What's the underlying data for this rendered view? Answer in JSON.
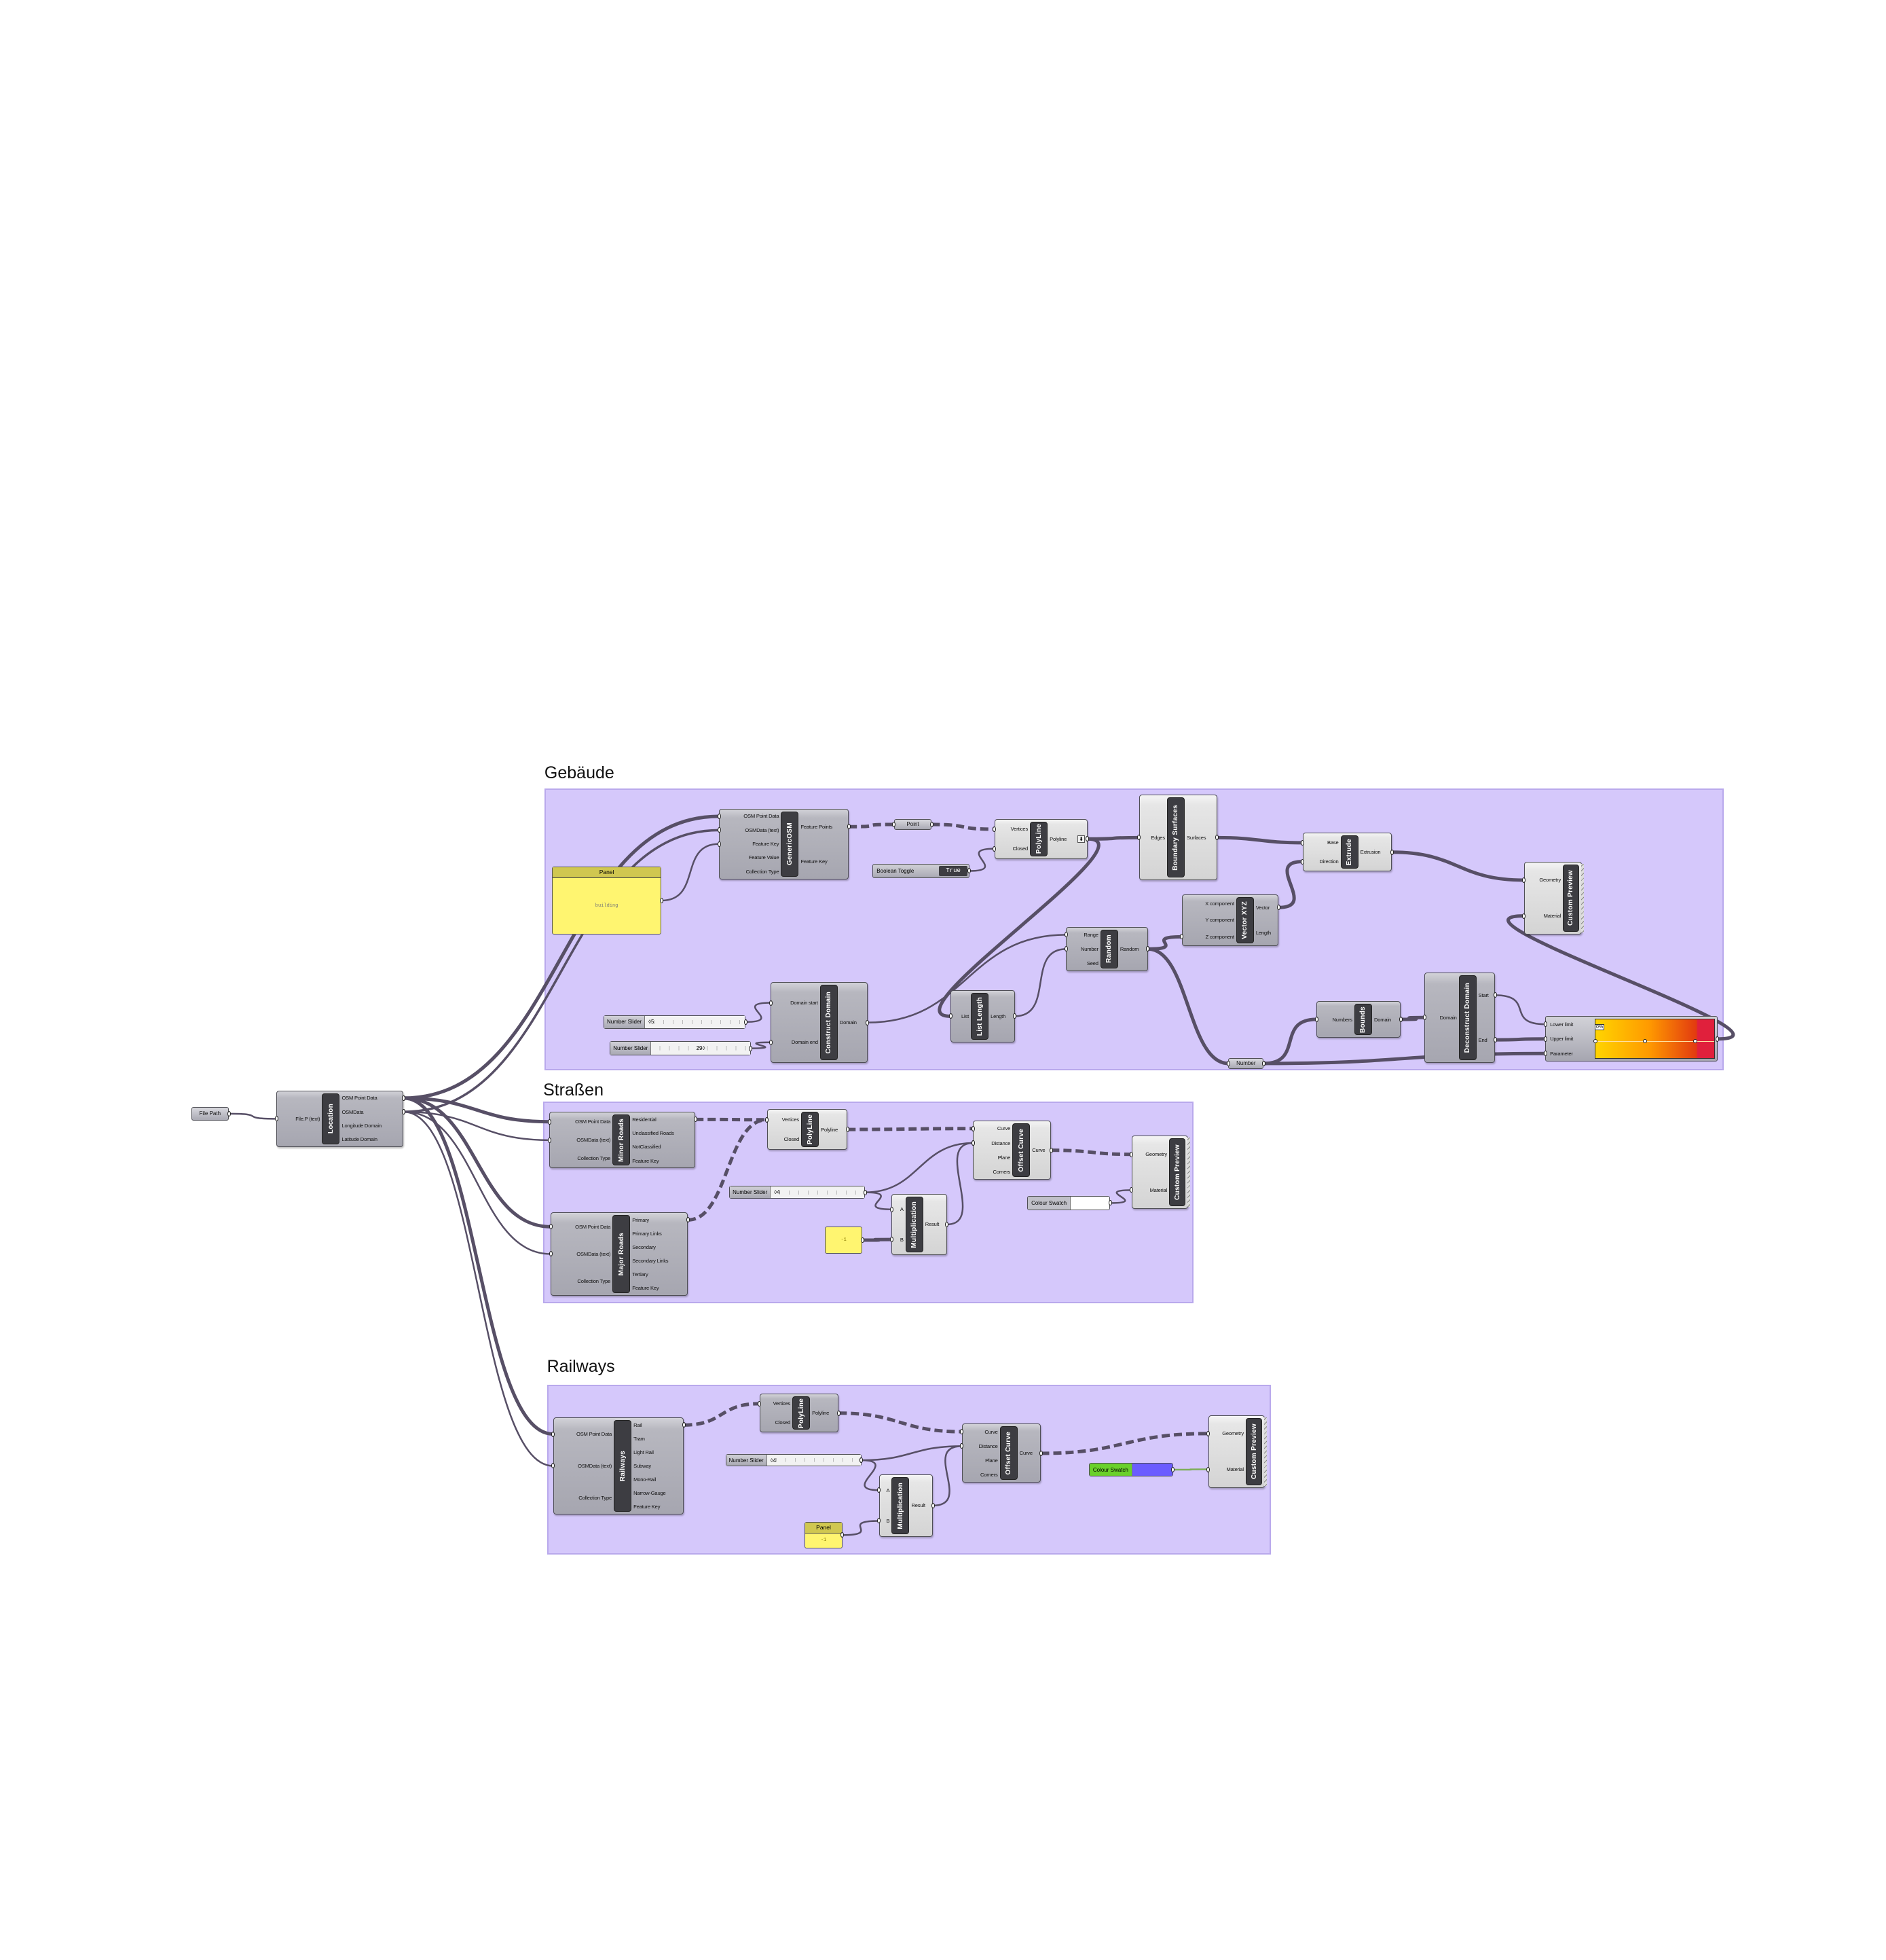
{
  "groups": {
    "buildings": {
      "title": "Gebäude"
    },
    "streets": {
      "title": "Straßen"
    },
    "railways": {
      "title": "Railways"
    }
  },
  "colors": {
    "group_fill": "#d5c8fb",
    "wire": "#574f66",
    "panel_yellow": "#fff570",
    "swatch_streets": "#ffffff",
    "swatch_railways": "#6b5cff",
    "swatch_railways_label_bg": "#6ad12a"
  },
  "components": {
    "loc": {
      "name": "Location",
      "inputs": [
        "File.P (text)"
      ],
      "outputs": [
        "OSM Point Data",
        "OSMData",
        "Longitude Domain",
        "Latitude Domain"
      ]
    },
    "gosm": {
      "name": "GenericOSM",
      "inputs": [
        "OSM Point Data",
        "OSMData (text)",
        "Feature Key",
        "Feature Value",
        "Collection Type"
      ],
      "outputs": [
        "Feature Points",
        "Feature Key"
      ]
    },
    "pl1": {
      "name": "PolyLine",
      "inputs": [
        "Vertices",
        "Closed"
      ],
      "outputs": [
        "Polyline"
      ]
    },
    "bsurf": {
      "name": "Boundary Surfaces",
      "inputs": [
        "Edges"
      ],
      "outputs": [
        "Surfaces"
      ]
    },
    "extrude": {
      "name": "Extrude",
      "inputs": [
        "Base",
        "Direction"
      ],
      "outputs": [
        "Extrusion"
      ]
    },
    "cp1": {
      "name": "Custom Preview",
      "inputs": [
        "Geometry",
        "Material"
      ],
      "outputs": []
    },
    "vec": {
      "name": "Vector XYZ",
      "inputs": [
        "X component",
        "Y component",
        "Z component"
      ],
      "outputs": [
        "Vector",
        "Length"
      ]
    },
    "random": {
      "name": "Random",
      "inputs": [
        "Range",
        "Number",
        "Seed"
      ],
      "outputs": [
        "Random"
      ]
    },
    "listlen": {
      "name": "List Length",
      "inputs": [
        "List"
      ],
      "outputs": [
        "Length"
      ]
    },
    "cdom": {
      "name": "Construct Domain",
      "inputs": [
        "Domain start",
        "Domain end"
      ],
      "outputs": [
        "Domain"
      ]
    },
    "bounds": {
      "name": "Bounds",
      "inputs": [
        "Numbers"
      ],
      "outputs": [
        "Domain"
      ]
    },
    "decon": {
      "name": "Deconstruct Domain",
      "inputs": [
        "Domain"
      ],
      "outputs": [
        "Start",
        "End"
      ]
    },
    "minor": {
      "name": "Minor Roads",
      "inputs": [
        "OSM Point Data",
        "OSMData (text)",
        "Collection Type"
      ],
      "outputs": [
        "Residential",
        "Unclassified Roads",
        "NotClassified",
        "Feature Key"
      ]
    },
    "major": {
      "name": "Major Roads",
      "inputs": [
        "OSM Point Data",
        "OSMData (text)",
        "Collection Type"
      ],
      "outputs": [
        "Primary",
        "Primary Links",
        "Secondary",
        "Secondary Links",
        "Tertiary",
        "Feature Key"
      ]
    },
    "pl2": {
      "name": "PolyLine",
      "inputs": [
        "Vertices",
        "Closed"
      ],
      "outputs": [
        "Polyline"
      ]
    },
    "oc2": {
      "name": "Offset Curve",
      "inputs": [
        "Curve",
        "Distance",
        "Plane",
        "Corners"
      ],
      "outputs": [
        "Curve"
      ]
    },
    "cp2": {
      "name": "Custom Preview",
      "inputs": [
        "Geometry",
        "Material"
      ],
      "outputs": []
    },
    "mult2": {
      "name": "Multiplication",
      "inputs": [
        "A",
        "B"
      ],
      "outputs": [
        "Result"
      ]
    },
    "rail": {
      "name": "Railways",
      "inputs": [
        "OSM Point Data",
        "OSMData (text)",
        "Collection Type"
      ],
      "outputs": [
        "Rail",
        "Tram",
        "Light Rail",
        "Subway",
        "Mono-Rail",
        "Narrow-Gauge",
        "Feature Key"
      ]
    },
    "pl3": {
      "name": "PolyLine",
      "inputs": [
        "Vertices",
        "Closed"
      ],
      "outputs": [
        "Polyline"
      ]
    },
    "oc3": {
      "name": "Offset Curve",
      "inputs": [
        "Curve",
        "Distance",
        "Plane",
        "Corners"
      ],
      "outputs": [
        "Curve"
      ]
    },
    "cp3": {
      "name": "Custom Preview",
      "inputs": [
        "Geometry",
        "Material"
      ],
      "outputs": []
    },
    "mult3": {
      "name": "Multiplication",
      "inputs": [
        "A",
        "B"
      ],
      "outputs": [
        "Result"
      ]
    }
  },
  "params": {
    "filepath": {
      "label": "File Path"
    },
    "point": {
      "label": "Point"
    },
    "number": {
      "label": "Number"
    }
  },
  "sliders": {
    "s5": {
      "label": "Number Slider",
      "value": "5"
    },
    "s29": {
      "label": "Number Slider",
      "value": "29"
    },
    "s_str": {
      "label": "Number Slider",
      "value": "4"
    },
    "s_rail": {
      "label": "Number Slider",
      "value": "4"
    }
  },
  "toggle": {
    "label": "Boolean Toggle",
    "value": "True"
  },
  "panels": {
    "building": {
      "header": "Panel",
      "text": "building"
    },
    "neg_str": {
      "text": "-1"
    },
    "neg_rail": {
      "header": "Panel",
      "text": "-1"
    }
  },
  "swatches": {
    "str": {
      "label": "Colour Swatch",
      "color": "#ffffff"
    },
    "rail": {
      "label": "Colour Swatch",
      "color": "#6b5cff"
    }
  },
  "gradient": {
    "inputs": [
      "Lower limit",
      "Upper limit",
      "Parameter"
    ],
    "marker": "0%",
    "stops": [
      "#ffd400",
      "#ff9a00",
      "#e23a10",
      "#e0203c"
    ]
  }
}
